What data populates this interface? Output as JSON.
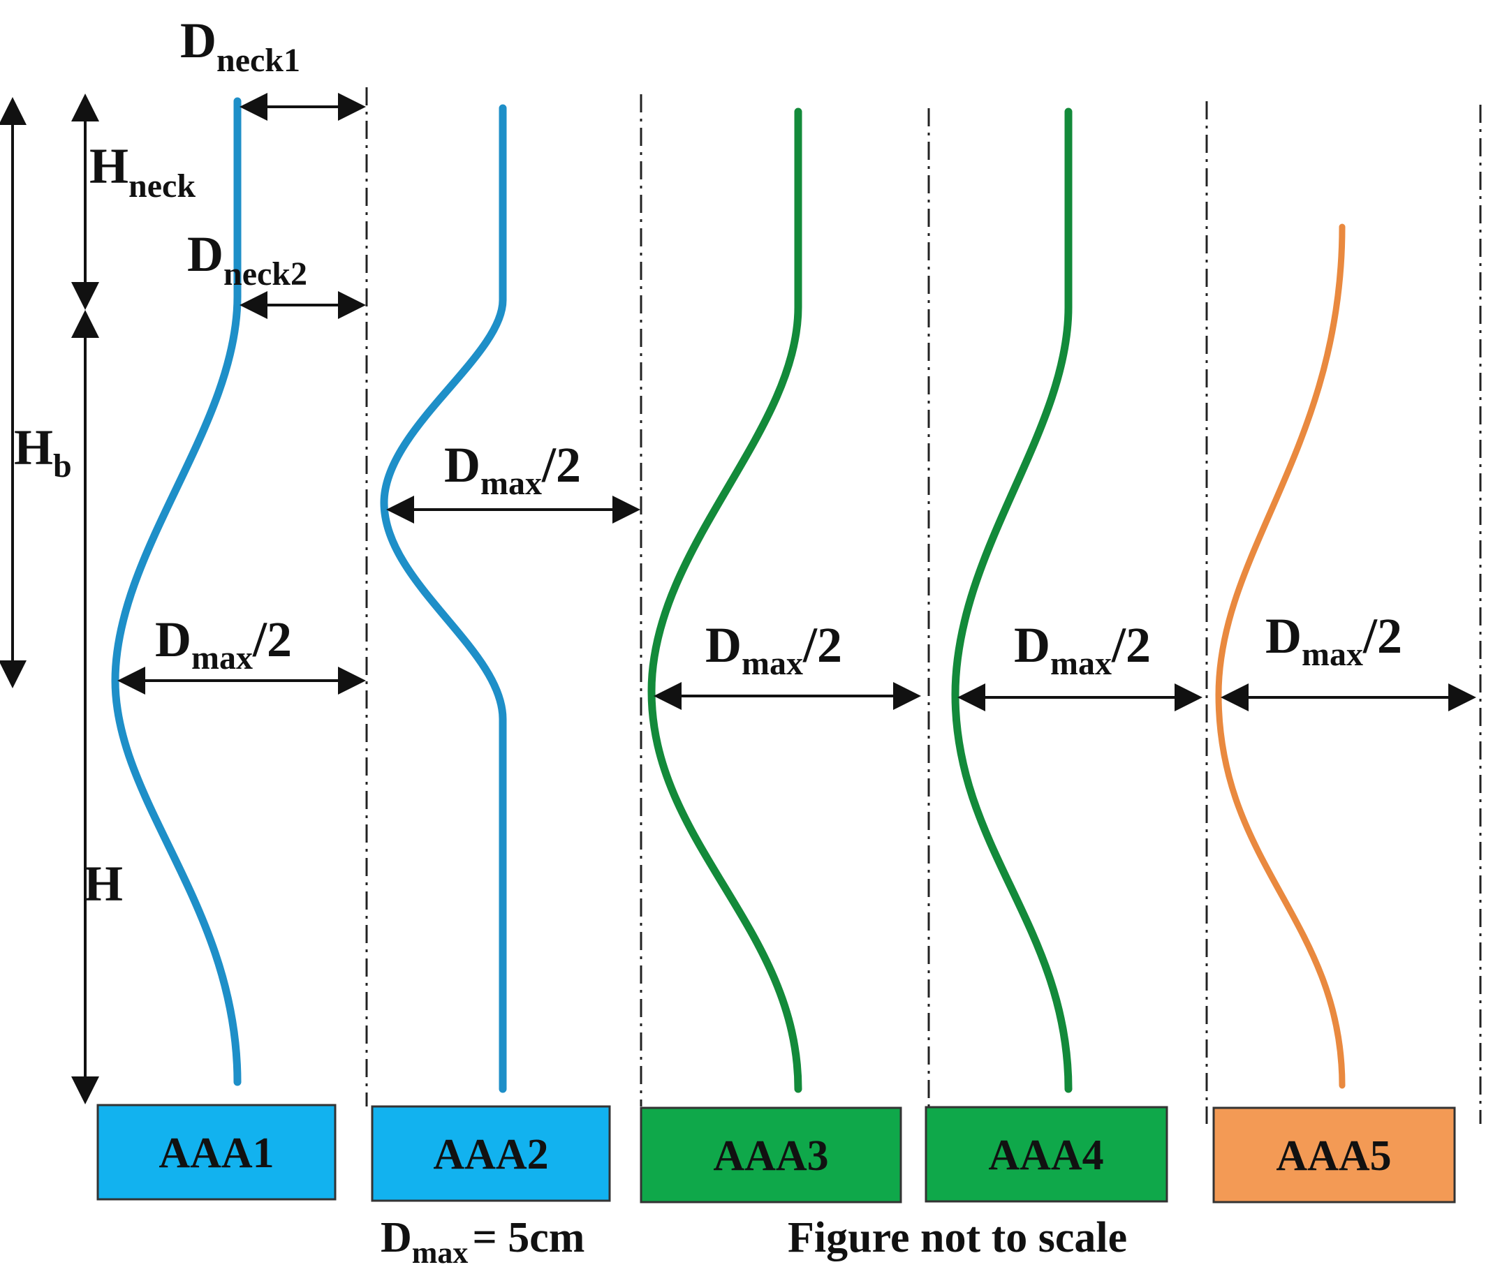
{
  "colors": {
    "blue": "#1e8fc8",
    "green": "#138a3a",
    "orange": "#e9893f",
    "box_blue": "#12b2ef",
    "box_green": "#0fa84a",
    "box_orange": "#f39a55"
  },
  "labels": {
    "d_neck1": {
      "main": "D",
      "sub": "neck1"
    },
    "h_neck": {
      "main": "H",
      "sub": "neck"
    },
    "d_neck2": {
      "main": "D",
      "sub": "neck2"
    },
    "h_b": {
      "main": "H",
      "sub": "b"
    },
    "h": "H",
    "dmax_half": {
      "main": "D",
      "sub": "max",
      "tail": "/2"
    }
  },
  "models": [
    {
      "name": "AAA1",
      "color_key": "blue"
    },
    {
      "name": "AAA2",
      "color_key": "blue"
    },
    {
      "name": "AAA3",
      "color_key": "green"
    },
    {
      "name": "AAA4",
      "color_key": "green"
    },
    {
      "name": "AAA5",
      "color_key": "orange"
    }
  ],
  "footer": {
    "dmax_note": {
      "main": "D",
      "sub": "max",
      "tail": "= 5cm"
    },
    "scale_note": "Figure not to scale"
  }
}
